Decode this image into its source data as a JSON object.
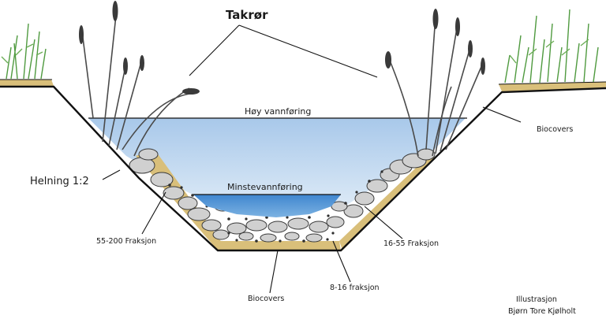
{
  "labels": {
    "takror": "Takrør",
    "hoy_vannforing": "Høy vannføring",
    "minstevannforing": "Minstevannføring",
    "helning": "Helning 1:2",
    "biocovers_right": "Biocovers",
    "fraksjon_55_200": "55-200 Fraksjon",
    "fraksjon_16_55": "16-55 Fraksjon",
    "biocovers_bottom": "Biocovers",
    "fraksjon_8_16": "8-16 fraksjon",
    "credit_line1": "Illustrasjon",
    "credit_line2": "Bjørn Tore Kjølholt"
  },
  "colors": {
    "water_high": "#bcd6ee",
    "water_low": "#4f93d3",
    "biocovers": "#d9bf7a",
    "stone": "#d0d0d0",
    "stone_outline": "#3a3a3a",
    "reed": "#4a4a4a",
    "grass": "#6dae58",
    "outline": "#111111"
  }
}
